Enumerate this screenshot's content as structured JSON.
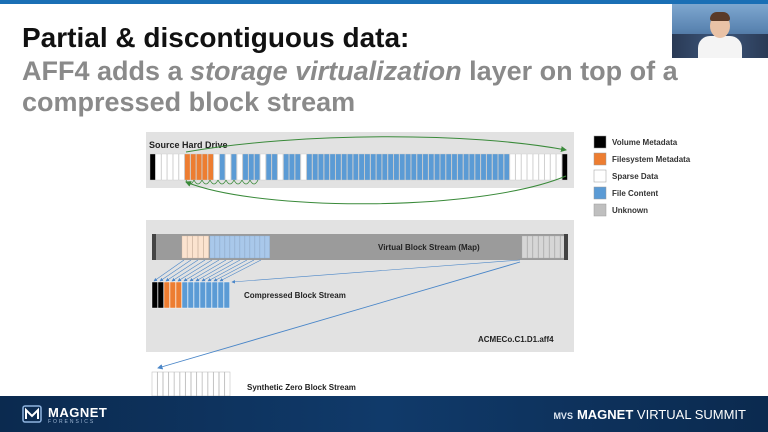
{
  "slide": {
    "title": "Partial & discontiguous data:",
    "subtitle_pre": "AFF4 adds a ",
    "subtitle_em": "storage virtualization",
    "subtitle_post": " layer on top of a compressed block stream"
  },
  "diagram": {
    "source_label": "Source Hard Drive",
    "virtual_label": "Virtual Block Stream (Map)",
    "compressed_label": "Compressed Block Stream",
    "container_label": "ACMECo.C1.D1.aff4",
    "zero_label": "Synthetic Zero Block Stream"
  },
  "legend": [
    {
      "label": "Volume Metadata",
      "color": "#000000"
    },
    {
      "label": "Filesystem Metadata",
      "color": "#ed7d31"
    },
    {
      "label": "Sparse Data",
      "color": "#ffffff"
    },
    {
      "label": "File Content",
      "color": "#5b9bd5"
    },
    {
      "label": "Unknown",
      "color": "#bfbfbf"
    }
  ],
  "colors": {
    "accent_bar": "#1a6fb5",
    "footer": "#0b2a4f",
    "arrow_green": "#3a8a3a",
    "arrow_blue": "#4a86c8"
  },
  "footer": {
    "logo_text": "MAGNET",
    "logo_sub": "FORENSICS",
    "summit_prefix": "MVS",
    "summit_brand": "MAGNET",
    "summit_rest": "VIRTUAL SUMMIT"
  }
}
